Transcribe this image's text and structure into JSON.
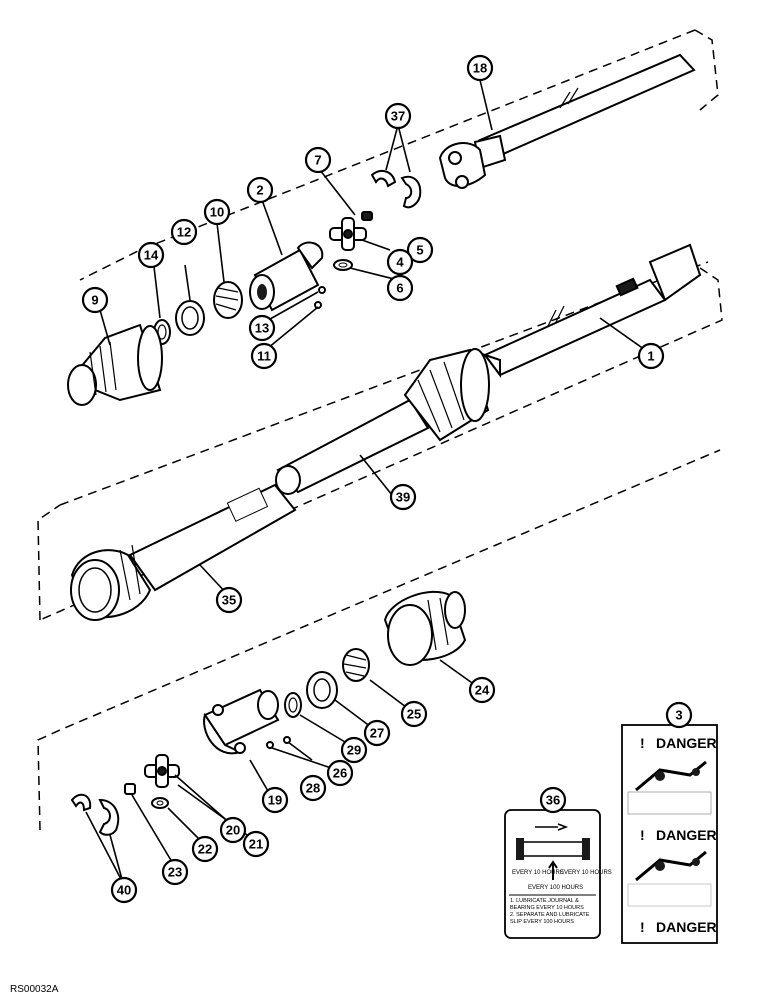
{
  "reference_code": "RS00032A",
  "callouts": [
    {
      "id": "c1",
      "label": "1"
    },
    {
      "id": "c2",
      "label": "2"
    },
    {
      "id": "c3",
      "label": "3"
    },
    {
      "id": "c4",
      "label": "4"
    },
    {
      "id": "c5",
      "label": "5"
    },
    {
      "id": "c6",
      "label": "6"
    },
    {
      "id": "c7",
      "label": "7"
    },
    {
      "id": "c9",
      "label": "9"
    },
    {
      "id": "c10",
      "label": "10"
    },
    {
      "id": "c11",
      "label": "11"
    },
    {
      "id": "c12",
      "label": "12"
    },
    {
      "id": "c13",
      "label": "13"
    },
    {
      "id": "c14",
      "label": "14"
    },
    {
      "id": "c18",
      "label": "18"
    },
    {
      "id": "c19",
      "label": "19"
    },
    {
      "id": "c20",
      "label": "20"
    },
    {
      "id": "c21",
      "label": "21"
    },
    {
      "id": "c22",
      "label": "22"
    },
    {
      "id": "c23",
      "label": "23"
    },
    {
      "id": "c24",
      "label": "24"
    },
    {
      "id": "c25",
      "label": "25"
    },
    {
      "id": "c26",
      "label": "26"
    },
    {
      "id": "c27",
      "label": "27"
    },
    {
      "id": "c28",
      "label": "28"
    },
    {
      "id": "c29",
      "label": "29"
    },
    {
      "id": "c35",
      "label": "35"
    },
    {
      "id": "c36",
      "label": "36"
    },
    {
      "id": "c37",
      "label": "37"
    },
    {
      "id": "c39",
      "label": "39"
    },
    {
      "id": "c40",
      "label": "40"
    }
  ],
  "danger_decal": {
    "warning_1": "DANGER",
    "warning_2": "DANGER",
    "warning_3": "DANGER",
    "exclamation": "!"
  },
  "lube_decal": {
    "interval_left": "EVERY 10 HOURS",
    "interval_mid": "EVERY 100 HOURS",
    "interval_right": "EVERY 10 HOURS",
    "instruction_1": "1. LUBRICATE JOURNAL & BEARING EVERY 10 HOURS",
    "instruction_2": "2. SEPARATE AND LUBRICATE SLIP EVERY 100 HOURS"
  }
}
